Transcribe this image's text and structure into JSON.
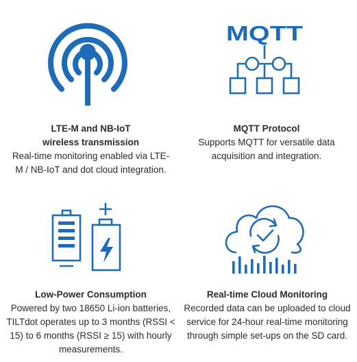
{
  "colors": {
    "accent": "#1e6bb8",
    "text": "#2b2b2b"
  },
  "features": [
    {
      "icon": "antenna-icon",
      "title": "LTE-M and NB-IoT wireless transmission",
      "description": "Real-time monitoring enabled via LTE-M / NB-IoT and dot cloud integration."
    },
    {
      "icon": "mqtt-network-icon",
      "icon_text": "MQTT",
      "title": "MQTT Protocol",
      "description": "Supports MQTT for versatile data acquisition and integration."
    },
    {
      "icon": "battery-icon",
      "title": "Low-Power Consumption",
      "description": "Powered by two 18650 Li-ion batteries, TILTdot operates up to 3 months (RSSI < 15) to 6 months (RSSI ≥ 15) with hourly measurements."
    },
    {
      "icon": "cloud-check-icon",
      "title": "Real-time Cloud Monitoring",
      "description": "Recorded data can be uploaded to cloud service for 24-hour real-time monitoring through simple set-ups on the SD card."
    }
  ]
}
